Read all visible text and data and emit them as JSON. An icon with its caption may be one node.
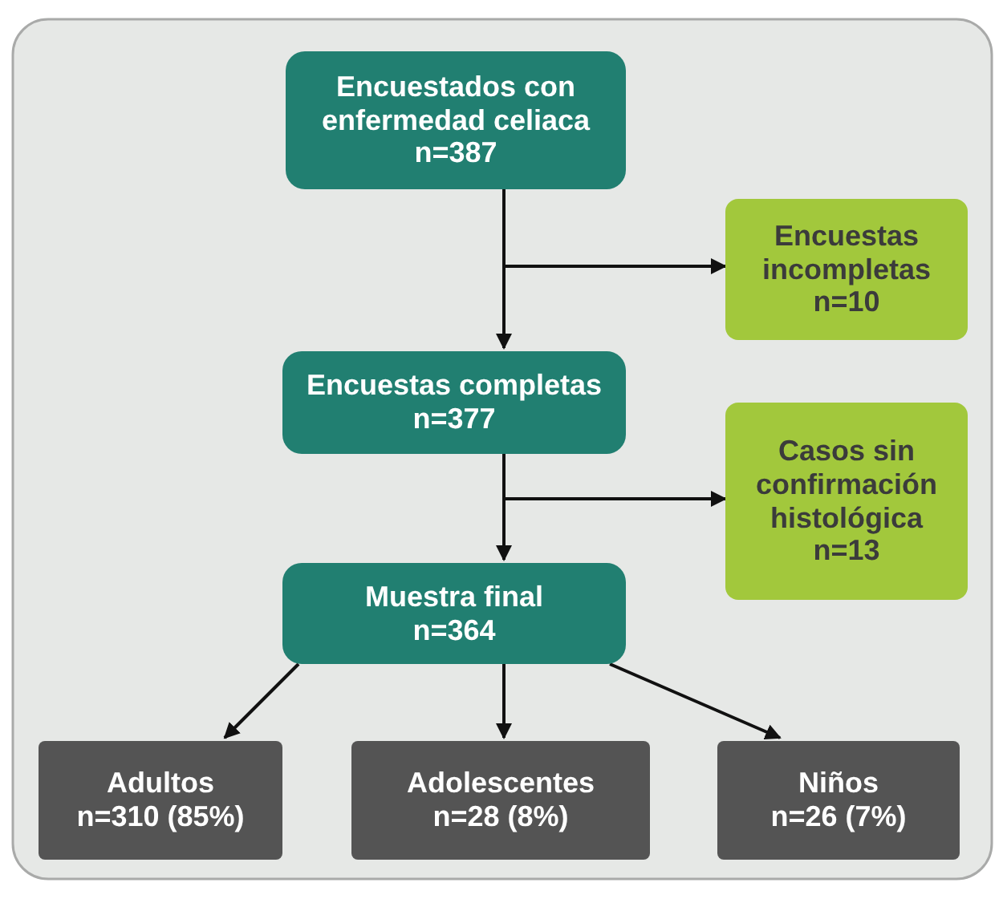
{
  "diagram": {
    "nodes": [
      {
        "text": [
          "Encuestados con enfermedad celiaca",
          "n=387"
        ]
      },
      {
        "text": [
          "Encuestas incompletas",
          "n=10"
        ]
      },
      {
        "text": [
          "Encuestas completas",
          "n=377"
        ]
      },
      {
        "text": [
          "Casos sin confirmación histológica",
          "n=13"
        ]
      },
      {
        "text": [
          "Muestra final",
          "n=364"
        ]
      },
      {
        "text": [
          "Adultos",
          "n=310 (85%)"
        ]
      },
      {
        "text": [
          "Adolescentes",
          "n=28 (8%)"
        ]
      },
      {
        "text": [
          "Niños",
          "n=26 (7%)"
        ]
      }
    ],
    "edges": [
      {
        "from": 0,
        "to": 2,
        "arrow": "to"
      },
      {
        "from": 0,
        "to": 1,
        "arrow": "to"
      },
      {
        "from": 2,
        "to": 4,
        "arrow": "to"
      },
      {
        "from": 2,
        "to": 3,
        "arrow": "to"
      },
      {
        "from": 4,
        "to": 5,
        "arrow": "to"
      },
      {
        "from": 4,
        "to": 6,
        "arrow": "to"
      },
      {
        "from": 4,
        "to": 7,
        "arrow": "to"
      }
    ]
  }
}
